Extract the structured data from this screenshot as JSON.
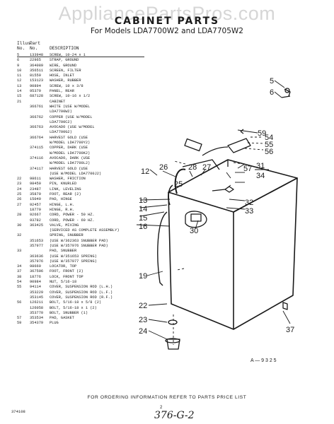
{
  "watermark": "AppliancePartsPros.com",
  "header": {
    "title": "CABINET PARTS",
    "subtitle": "For Models LDA7700W2 and LDA7705W2"
  },
  "columns": {
    "illus_line1": "Illus.",
    "illus_line2": "No.",
    "part_line1": "Part",
    "part_line2": "No.",
    "description": "DESCRIPTION"
  },
  "parts": [
    [
      "5",
      "133948",
      "SCREW, 10-24 x 1"
    ],
    [
      "6",
      "22965",
      "STRAP, GROUND"
    ],
    [
      "9",
      "364089",
      "WIRE, GROUND"
    ],
    [
      "10",
      "356511",
      "SCREEN, FILTER"
    ],
    [
      "11",
      "81559",
      "HOSE, INLET"
    ],
    [
      "12",
      "153123",
      "WASHER, RUBBER"
    ],
    [
      "13",
      "90894",
      "SCREW, 10 x 3/8"
    ],
    [
      "14",
      "95379",
      "PANEL, REAR"
    ],
    [
      "15",
      "687128",
      "SCREW, 10-16 x 1/2"
    ],
    [
      "21",
      "",
      "CABINET"
    ],
    [
      "",
      "366761",
      "WHITE (USE W/MODEL"
    ],
    [
      "",
      "",
      "LDA7700W2)"
    ],
    [
      "",
      "366762",
      "COPPER (USE W/MODEL"
    ],
    [
      "",
      "",
      "LDA7700C2)"
    ],
    [
      "",
      "366763",
      "AVOCADO (USE W/MODEL"
    ],
    [
      "",
      "",
      "LDA7700G2)"
    ],
    [
      "",
      "366764",
      "HARVEST GOLD (USE"
    ],
    [
      "",
      "",
      "W/MODEL LDA7700Y2)"
    ],
    [
      "",
      "374115",
      "COPPER, DARK (USE"
    ],
    [
      "",
      "",
      "W/MODEL LDA7700K2)"
    ],
    [
      "",
      "374116",
      "AVOCADO, DARK (USE"
    ],
    [
      "",
      "",
      "W/MODEL LDA7700L2)"
    ],
    [
      "",
      "374117",
      "HARVEST GOLD (USE"
    ],
    [
      "",
      "",
      "(USE W/MODEL LDA7700J2)"
    ],
    [
      "22",
      "98611",
      "WASHER, FRICTION"
    ],
    [
      "23",
      "98450",
      "PIN, KNURLED"
    ],
    [
      "24",
      "23487",
      "LINK, LEVELING"
    ],
    [
      "25",
      "35879",
      "FOOT, REAR (2)"
    ],
    [
      "26",
      "15049",
      "PAD, HINGE"
    ],
    [
      "27",
      "92457",
      "HINGE, L.H."
    ],
    [
      "",
      "18779",
      "HINGE, R.H."
    ],
    [
      "28",
      "92667",
      "CORD, POWER - 50 HZ."
    ],
    [
      "",
      "93782",
      "CORD, POWER - 60 HZ."
    ],
    [
      "30",
      "363425",
      "VALVE, MIXING"
    ],
    [
      "",
      "",
      "(SERVICED AS COMPLETE ASSEMBLY)"
    ],
    [
      "32",
      "",
      "SPRING, SNUBBER"
    ],
    [
      "",
      "351653",
      "(USE W/362363 SNUBBER PAD)"
    ],
    [
      "",
      "357977",
      "(USE W/357976 SNUBBER PAD)"
    ],
    [
      "33",
      "",
      "PAD, SNUBBER"
    ],
    [
      "",
      "363636",
      "(USE W/351653 SPRING)"
    ],
    [
      "",
      "357976",
      "(USE W/357977 SPRING)"
    ],
    [
      "34",
      "98669",
      "LOCATOR, TOP"
    ],
    [
      "37",
      "367596",
      "FOOT, FRONT (2)"
    ],
    [
      "38",
      "18776",
      "LOCK, FRONT TOP"
    ],
    [
      "54",
      "90984",
      "NUT, 5/16-18"
    ],
    [
      "55",
      "94114",
      "COVER, SUSPENSION ROD (L.H.)"
    ],
    [
      "",
      "353229",
      "COVER, SUSPENSION ROD (L.F.)"
    ],
    [
      "",
      "353145",
      "COVER, SUSPENSION ROD (R.F.)"
    ],
    [
      "56",
      "126211",
      "BOLT, 5/16-18 x 5/8 (2)"
    ],
    [
      "",
      "126058",
      "BOLT, 5/16-18 x 1 (2)"
    ],
    [
      "",
      "353770",
      "BOLT, SNUBBER (1)"
    ],
    [
      "57",
      "353534",
      "PAD, GASKET"
    ],
    [
      "59",
      "354379",
      "PLUG"
    ]
  ],
  "callouts": {
    "c5": "5",
    "c6": "6",
    "c54": "54",
    "c55": "55",
    "c56": "56",
    "c59": "59",
    "c12": "12",
    "c26": "26",
    "c28": "28",
    "c27": "27",
    "c57": "57",
    "c31": "31",
    "c34": "34",
    "c25": "25",
    "c32": "32",
    "c33": "33",
    "c13": "13",
    "c14": "14",
    "c15": "15",
    "c16": "16",
    "c30": "30",
    "c19": "19",
    "c22": "22",
    "c23": "23",
    "c24": "24",
    "c37": "37",
    "fig": "A — 9 3 2 5"
  },
  "footer": "FOR ORDERING INFORMATION REFER TO PARTS PRICE LIST",
  "ledger_code": "374108",
  "page_number": "2",
  "handwritten_note": "376-G-2"
}
